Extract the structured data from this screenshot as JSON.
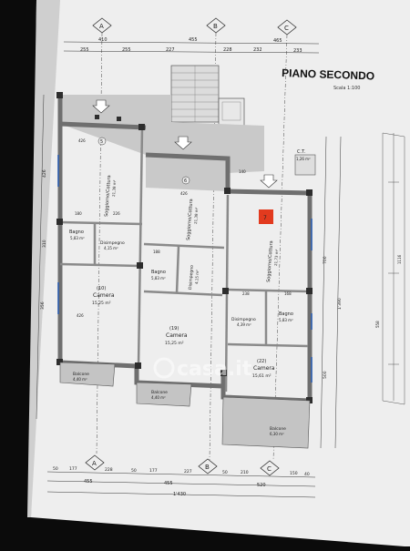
{
  "plan": {
    "title": "PIANO SECONDO",
    "scale": "Scala 1:100",
    "colors": {
      "paper": "#eeeeee",
      "wall": "#8a8a8a",
      "wall_dark": "#555555",
      "line": "#333333",
      "accent_blue": "#2a5db0",
      "marker_red": "#e23a1e",
      "outside_gray": "#b9b9b9"
    },
    "axes": {
      "top": [
        "A",
        "B",
        "C"
      ],
      "bottom": [
        "A",
        "B",
        "C"
      ]
    },
    "top_dims": {
      "row1": [
        "410",
        "455",
        "465"
      ],
      "row2": [
        "255",
        "255",
        "227",
        "228",
        "232",
        "233"
      ]
    },
    "bottom_dims": {
      "row1": [
        "50",
        "177",
        "228",
        "50",
        "177",
        "227",
        "50",
        "210",
        "150",
        "40"
      ],
      "row2": [
        "455",
        "455",
        "520"
      ],
      "total": "1'430"
    },
    "left_dims": [
      "426",
      "310",
      "356"
    ],
    "right_dims": [
      "700",
      "1'390",
      "500"
    ],
    "side_dims": [
      "1116",
      "558"
    ],
    "units": {
      "u5": {
        "number": "5",
        "pill": "(5)"
      },
      "u6": {
        "number": "6"
      },
      "u7": {
        "number": "7"
      },
      "u19": {
        "number": "(19)"
      },
      "u22": {
        "number": "(22)"
      },
      "u10": {
        "number": "(10)"
      }
    },
    "rooms": {
      "s1": {
        "name": "Soggiorno/Cottura",
        "area": "21,38 m²"
      },
      "s2": {
        "name": "Soggiorno/Cottura",
        "area": "21,38 m²"
      },
      "s3": {
        "name": "Soggiorno/Cottura",
        "area": "21,73 m²"
      },
      "bagno1": {
        "name": "Bagno",
        "area": "5,83 m²"
      },
      "bagno2": {
        "name": "Bagno",
        "area": "5,83 m²"
      },
      "bagno3": {
        "name": "Bagno",
        "area": "5,83 m²"
      },
      "dis1": {
        "name": "Disimpegno",
        "area": "4,15 m²"
      },
      "dis2": {
        "name": "Disimpegno",
        "area": "4,15 m²"
      },
      "dis3": {
        "name": "Disimpegno",
        "area": "4,39 m²"
      },
      "cam1": {
        "name": "Camera",
        "area": "15,25 m²"
      },
      "cam2": {
        "name": "Camera",
        "area": "15,25 m²"
      },
      "cam3": {
        "name": "Camera",
        "area": "15,61 m²"
      },
      "bal1": {
        "name": "Balcone",
        "area": "4,40 m²"
      },
      "bal2": {
        "name": "Balcone",
        "area": "4,40 m²"
      },
      "bal3": {
        "name": "Balcone",
        "area": "6,30 m²"
      },
      "ct": {
        "name": "C.T.",
        "area": "1,26 m²"
      }
    },
    "room_dims": {
      "a": "426",
      "b": "180",
      "c": "226",
      "d": "188",
      "e": "238",
      "f": "168",
      "g": "140",
      "h": "426",
      "i": "426"
    },
    "watermark": "casa.it"
  }
}
